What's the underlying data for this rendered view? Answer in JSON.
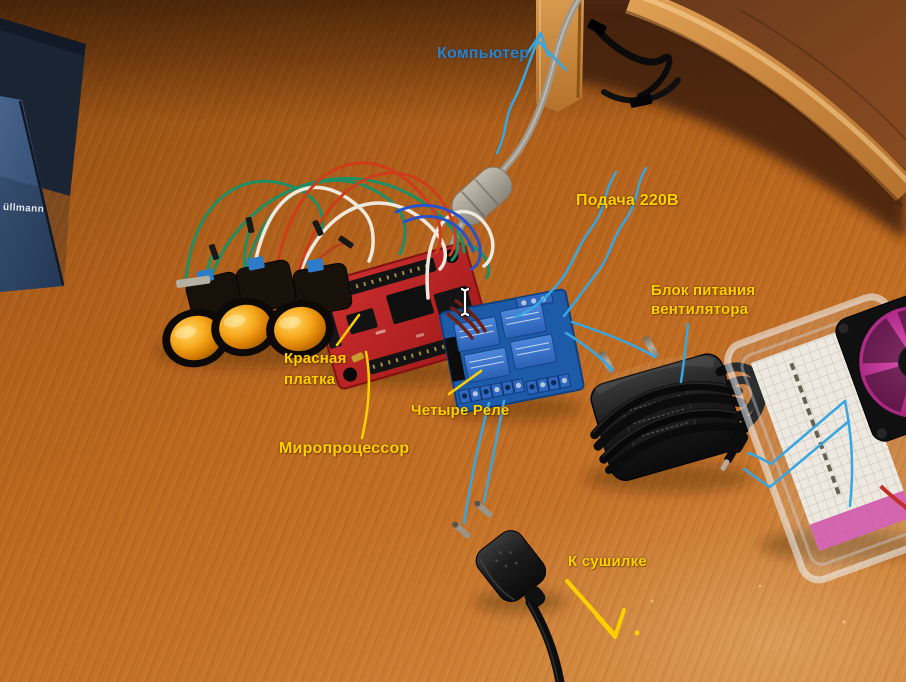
{
  "scene": {
    "book_spine_text": "üllmann"
  },
  "annotations": {
    "computer": "Компьютер",
    "power_220v": "Подача 220В",
    "fan_psu_line1": "Блок питания",
    "fan_psu_line2": "вентилятора",
    "red_board_line1": "Красная",
    "red_board_line2": "платка",
    "four_relays": "Четыре Реле",
    "microprocessor": "Миропроцессор",
    "to_dryer": "К сушилке"
  },
  "colors": {
    "annotation_blue_text": "#2b82c9",
    "annotation_blue_line": "#38a6e0",
    "annotation_yellow": "#ffd000",
    "floor_wood": "#b5651d",
    "relay_pcb_blue": "#1d5aa8",
    "board_red": "#c62828",
    "button_cap_orange": "#f6a517",
    "fan_magenta": "#c2339e"
  },
  "cursor": {
    "type": "text-cursor-ibeam"
  }
}
